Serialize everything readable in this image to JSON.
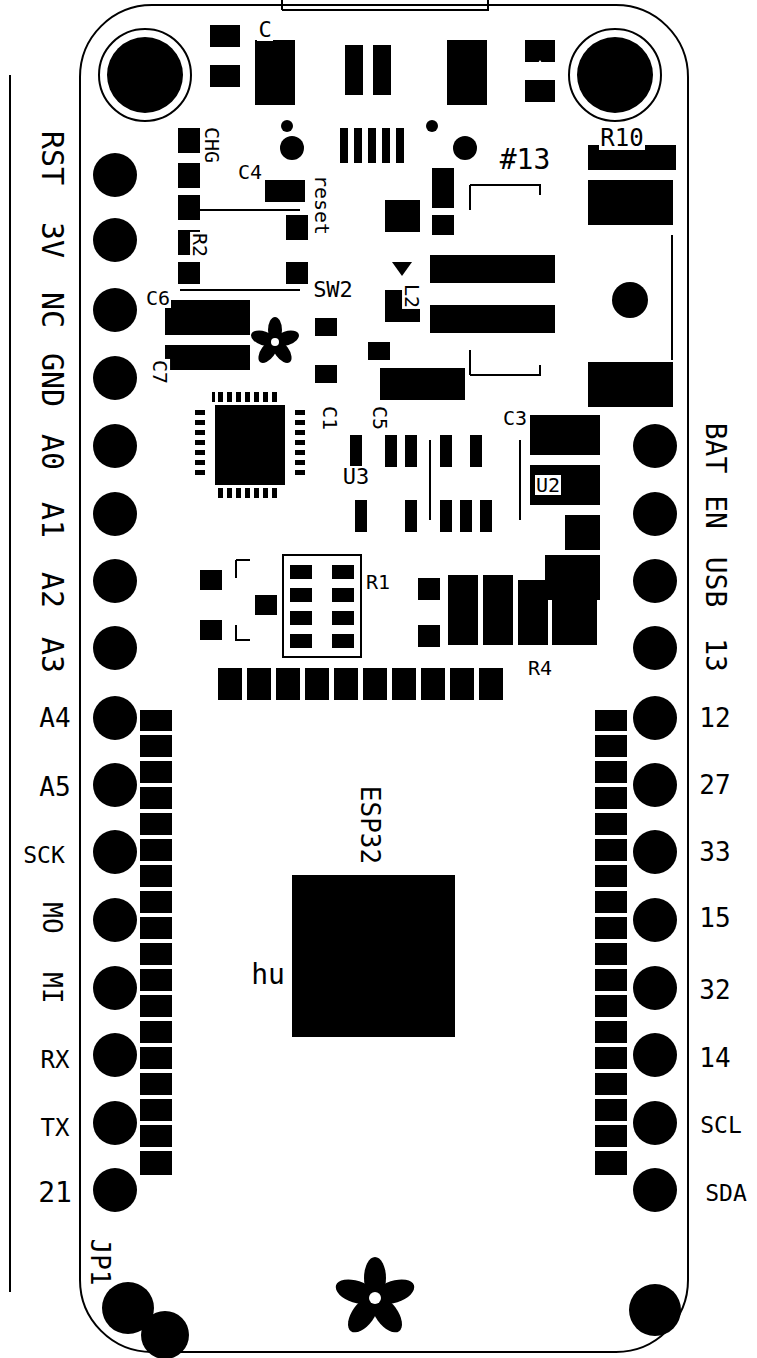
{
  "diagram": {
    "labels": [
      "RST",
      "3V",
      "NC",
      "GND",
      "A0",
      "A1",
      "A2",
      "A3",
      "A4",
      "A5",
      "SCK",
      "MO",
      "MI",
      "RX",
      "TX",
      "21",
      "JP1",
      "BAT",
      "EN",
      "USB",
      "13",
      "12",
      "27",
      "33",
      "15",
      "32",
      "14",
      "SCL",
      "SDA",
      "ESP32",
      "hu",
      "CHG",
      "C4",
      "reset",
      "R2",
      "SW2",
      "C6",
      "C7",
      "C1",
      "C5",
      "U3",
      "C3",
      "U2",
      "R1",
      "R4",
      "L2",
      "#13",
      "R10",
      "C"
    ]
  }
}
